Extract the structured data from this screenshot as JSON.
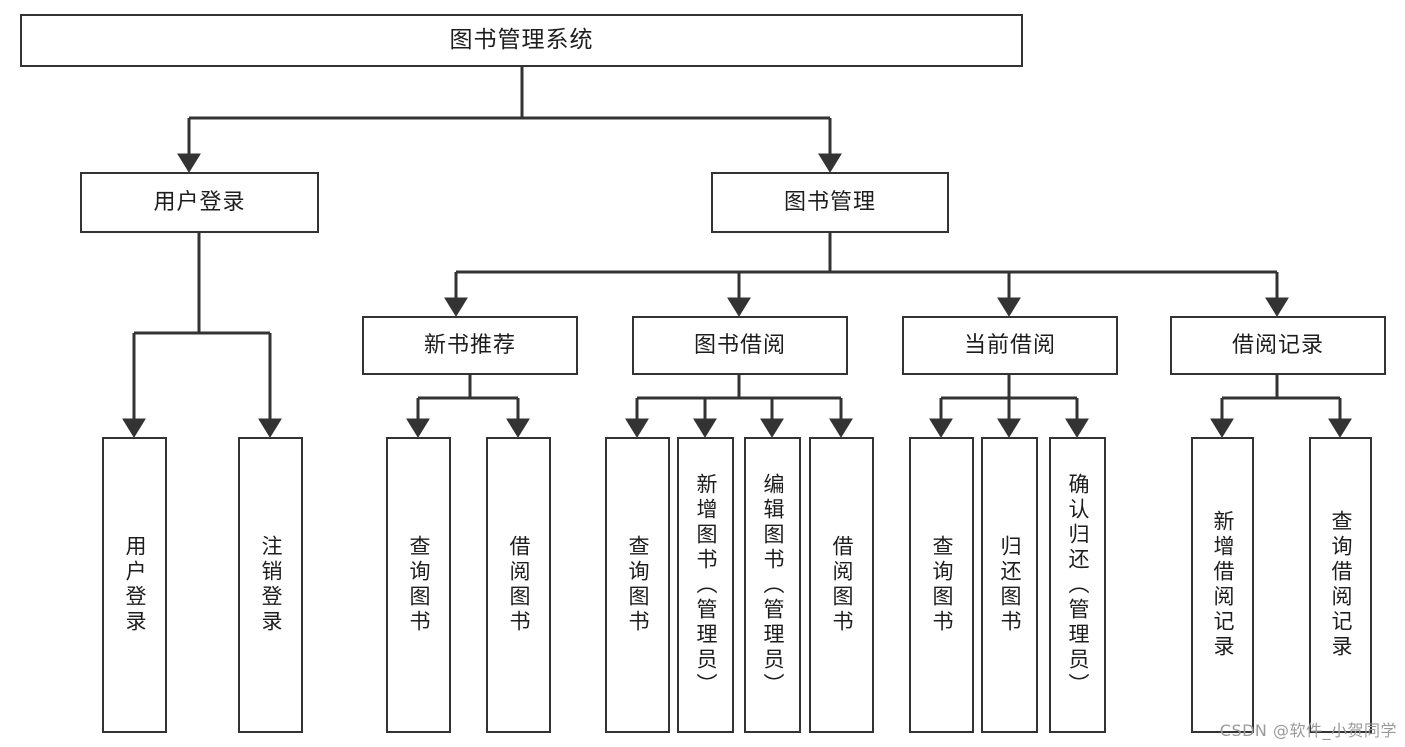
{
  "diagram": {
    "type": "tree-hierarchy",
    "title": "图书管理系统",
    "orientation": "top-down",
    "line_color": "#333333",
    "box_fill": "#ffffff",
    "text_color": "#1d1d1d"
  },
  "root": {
    "label": "图书管理系统"
  },
  "level2": [
    {
      "label": "用户登录"
    },
    {
      "label": "图书管理"
    }
  ],
  "level3": [
    {
      "label": "新书推荐"
    },
    {
      "label": "图书借阅"
    },
    {
      "label": "当前借阅"
    },
    {
      "label": "借阅记录"
    }
  ],
  "leaves": {
    "user_login": [
      {
        "label": "用户登录"
      },
      {
        "label": "注销登录"
      }
    ],
    "new_book_recommend": [
      {
        "label": "查询图书"
      },
      {
        "label": "借阅图书"
      }
    ],
    "book_borrow": [
      {
        "label": "查询图书"
      },
      {
        "label": "新增图书（管理员）"
      },
      {
        "label": "编辑图书（管理员）"
      },
      {
        "label": "借阅图书"
      }
    ],
    "current_borrow": [
      {
        "label": "查询图书"
      },
      {
        "label": "归还图书"
      },
      {
        "label": "确认归还（管理员）"
      }
    ],
    "borrow_record": [
      {
        "label": "新增借阅记录"
      },
      {
        "label": "查询借阅记录"
      }
    ]
  },
  "watermark": {
    "text": "CSDN @软件_小贺同学"
  }
}
